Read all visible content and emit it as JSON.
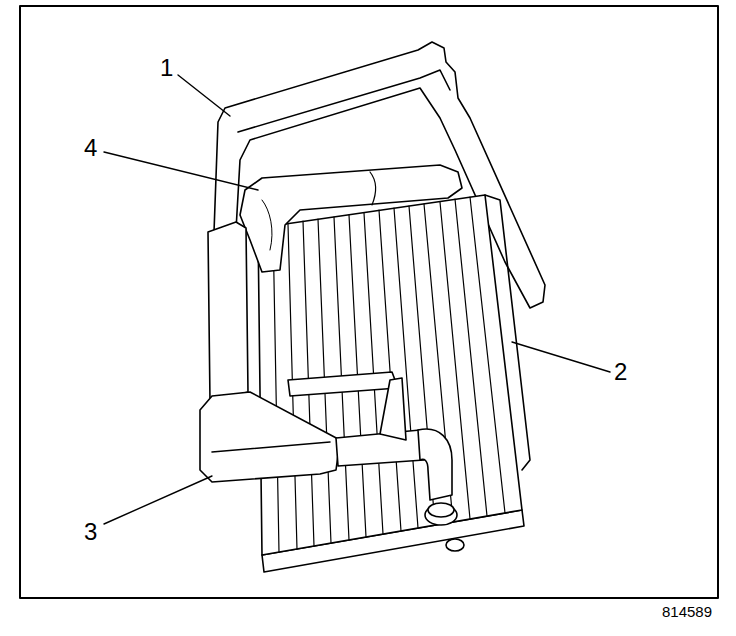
{
  "diagram": {
    "labels": [
      "1",
      "4",
      "2",
      "3",
      "814589"
    ]
  }
}
